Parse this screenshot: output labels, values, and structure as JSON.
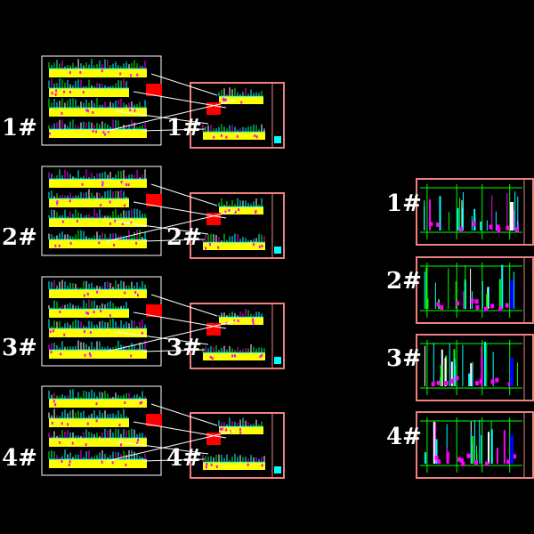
{
  "colors": {
    "background": "#000000",
    "sheet_white": "#ffffff",
    "sheet_pink": "#f08080",
    "yellow": "#ffff00",
    "cyan": "#00ffff",
    "green": "#00ff00",
    "magenta": "#ff00ff",
    "red": "#ff0000",
    "blue": "#0000ff"
  },
  "groups": [
    {
      "left_label": "1#",
      "mid_label": "1#"
    },
    {
      "left_label": "2#",
      "mid_label": "2#"
    },
    {
      "left_label": "3#",
      "mid_label": "3#"
    },
    {
      "left_label": "4#",
      "mid_label": "4#"
    }
  ],
  "right_sheets": [
    {
      "label": "1#"
    },
    {
      "label": "2#"
    },
    {
      "label": "3#"
    },
    {
      "label": "4#"
    }
  ]
}
